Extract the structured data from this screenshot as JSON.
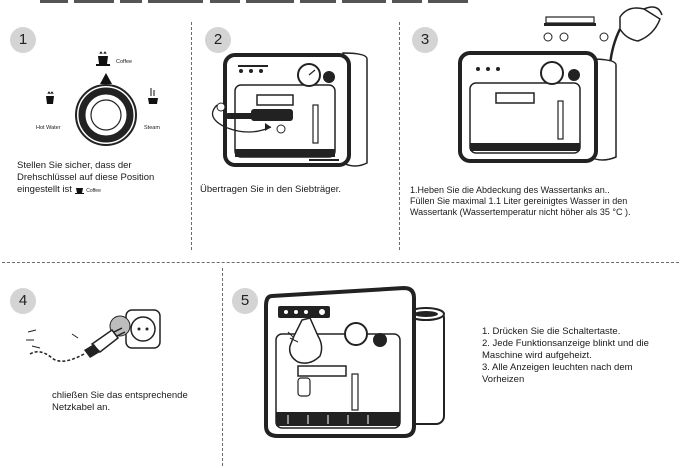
{
  "steps": [
    {
      "number": "1",
      "caption_line1": "Stellen Sie sicher, dass der",
      "caption_line2": "Drehschlüssel auf diese Position",
      "caption_line3": "eingestellt ist",
      "dial": {
        "top": "Coffee",
        "left": "Hot Water",
        "right": "Steam",
        "inline": "Coffee"
      }
    },
    {
      "number": "2",
      "caption": "Übertragen Sie in den Siebträger."
    },
    {
      "number": "3",
      "caption_line1": "1.Heben Sie die Abdeckung des Wassertanks an..",
      "caption_line2": "Füllen Sie maximal 1.1 Liter gereinigtes Wasser in den",
      "caption_line3": "Wassertank (Wassertemperatur nicht höher als 35 °C )."
    },
    {
      "number": "4",
      "caption_line1": "chließen Sie das entsprechende",
      "caption_line2": "Netzkabel an."
    },
    {
      "number": "5",
      "items": [
        "1. Drücken Sie die Schaltertaste.",
        "2. Jede Funktionsanzeige blinkt und die",
        "Maschine wird aufgeheizt.",
        "3. Alle Anzeigen leuchten nach dem",
        "Vorheizen"
      ]
    }
  ],
  "colors": {
    "line": "#222222",
    "badge": "#d4d4d4",
    "divider": "#6b6b6b"
  }
}
